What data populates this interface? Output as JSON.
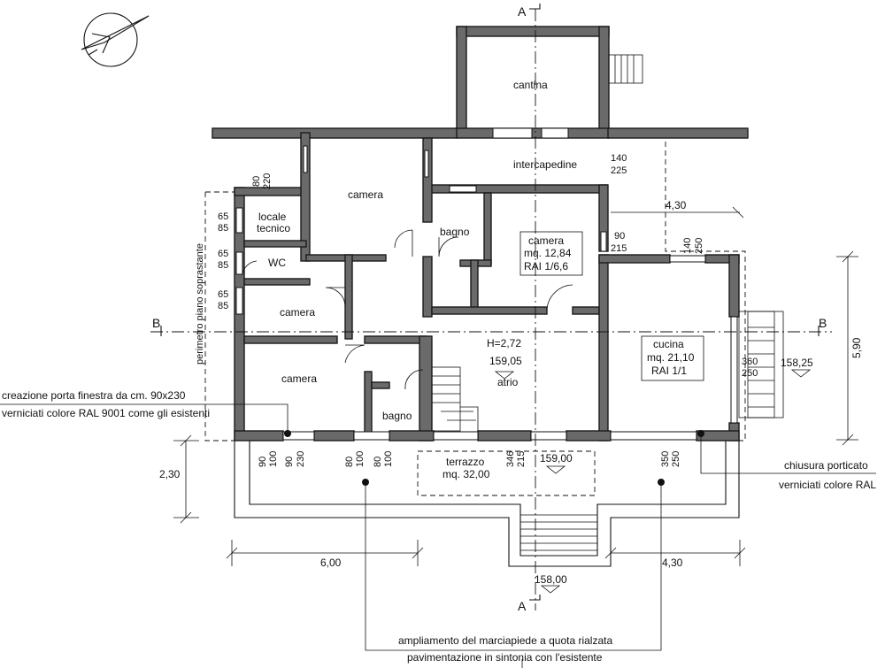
{
  "rooms": {
    "cantina": "cantina",
    "intercapedine": "intercapedine",
    "camera_top": "camera",
    "locale_1": "locale",
    "locale_2": "tecnico",
    "bagno_top": "bagno",
    "camera_right_1": "camera",
    "camera_right_2": "mq. 12,84",
    "camera_right_3": "RAI 1/6,6",
    "wc": "WC",
    "camera_mid": "camera",
    "camera_low": "camera",
    "bagno_low": "bagno",
    "atrio": "atrio",
    "cucina_1": "cucina",
    "cucina_2": "mq. 21,10",
    "cucina_3": "RAI 1/1",
    "terrazzo_1": "terrazzo",
    "terrazzo_2": "mq. 32,00"
  },
  "labels": {
    "section_a_top": "A",
    "section_a_bottom": "A",
    "section_b_left": "B",
    "section_b_right": "B",
    "perimetro": "perimetro piano soprastante",
    "height": "H=2,72",
    "elev_atrio": "159,05",
    "elev_terrazzo": "159,00",
    "elev_cucina": "158,25",
    "elev_stairs": "158,00"
  },
  "openings": {
    "o_80_220_a": "80",
    "o_80_220_b": "220",
    "o_140_225_a": "140",
    "o_140_225_b": "225",
    "o_90_215_a": "90",
    "o_90_215_b": "215",
    "o_140_250_a": "140",
    "o_140_250_b": "250",
    "o_65_85_1a": "65",
    "o_65_85_1b": "85",
    "o_65_85_2a": "65",
    "o_65_85_2b": "85",
    "o_65_85_3a": "65",
    "o_65_85_3b": "85",
    "o_360_250_a": "360",
    "o_360_250_b": "250",
    "b1": "90",
    "b2": "100",
    "b3": "90",
    "b4": "230",
    "b5": "80",
    "b6": "100",
    "b7": "80",
    "b8": "100",
    "b9": "346",
    "b10": "215",
    "b11": "350",
    "b12": "250"
  },
  "dimensions": {
    "d_430_top": "4,30",
    "d_590": "5,90",
    "d_230": "2,30",
    "d_600": "6,00",
    "d_430_bottom": "4,30"
  },
  "notes": {
    "note_door_1": "creazione porta finestra da cm. 90x230",
    "note_door_2": "verniciati colore RAL 9001 come gli esistenti",
    "note_porch_1": "chiusura porticato",
    "note_porch_2": "verniciati colore RAL",
    "note_walk_1": "ampliamento del marciapiede a quota rialzata",
    "note_walk_2": "pavimentazione in sintonia con l'esistente"
  },
  "colors": {
    "wall_fill": "#6a6a6a",
    "line": "#111111",
    "background": "#ffffff"
  }
}
